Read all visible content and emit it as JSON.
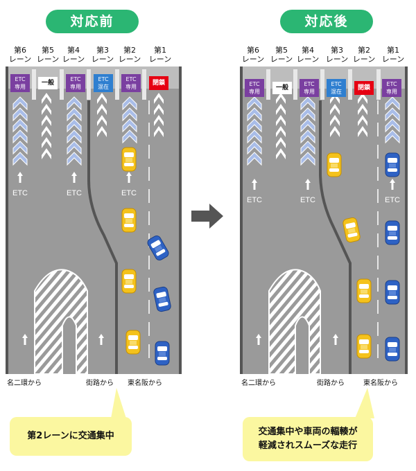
{
  "titles": {
    "before": "対応前",
    "after": "対応後"
  },
  "lane_headers": [
    {
      "num": "第6",
      "label": "レーン"
    },
    {
      "num": "第5",
      "label": "レーン"
    },
    {
      "num": "第4",
      "label": "レーン"
    },
    {
      "num": "第3",
      "label": "レーン"
    },
    {
      "num": "第2",
      "label": "レーン"
    },
    {
      "num": "第1",
      "label": "レーン"
    }
  ],
  "booths_before": [
    {
      "line1": "ETC",
      "line2": "専用",
      "color": "#7a3fa0"
    },
    {
      "line1": "一般",
      "line2": "",
      "color": "#ffffff"
    },
    {
      "line1": "ETC",
      "line2": "専用",
      "color": "#7a3fa0"
    },
    {
      "line1": "ETC",
      "line2": "混在",
      "color": "#2f7fd0"
    },
    {
      "line1": "ETC",
      "line2": "専用",
      "color": "#7a3fa0"
    },
    {
      "line1": "閉鎖",
      "line2": "",
      "color": "#e60012"
    }
  ],
  "booths_after": [
    {
      "line1": "ETC",
      "line2": "専用",
      "color": "#7a3fa0"
    },
    {
      "line1": "一般",
      "line2": "",
      "color": "#ffffff"
    },
    {
      "line1": "ETC",
      "line2": "専用",
      "color": "#7a3fa0"
    },
    {
      "line1": "ETC",
      "line2": "混在",
      "color": "#2f7fd0"
    },
    {
      "line1": "閉鎖",
      "line2": "",
      "color": "#e60012"
    },
    {
      "line1": "ETC",
      "line2": "専用",
      "color": "#7a3fa0"
    }
  ],
  "road_marking": "ETC",
  "origins": {
    "left": "名二環から",
    "middle": "街路から",
    "right": "東名阪から"
  },
  "callouts": {
    "before": "第2レーンに交通集中",
    "after_line1": "交通集中や車両の輻輳が",
    "after_line2": "軽減されスムーズな走行"
  },
  "colors": {
    "accent": "#2bb673",
    "road": "#9a9a9a",
    "yellow_car": "#f4c21c",
    "blue_car": "#2e62c4",
    "callout": "#fbf7a0"
  }
}
